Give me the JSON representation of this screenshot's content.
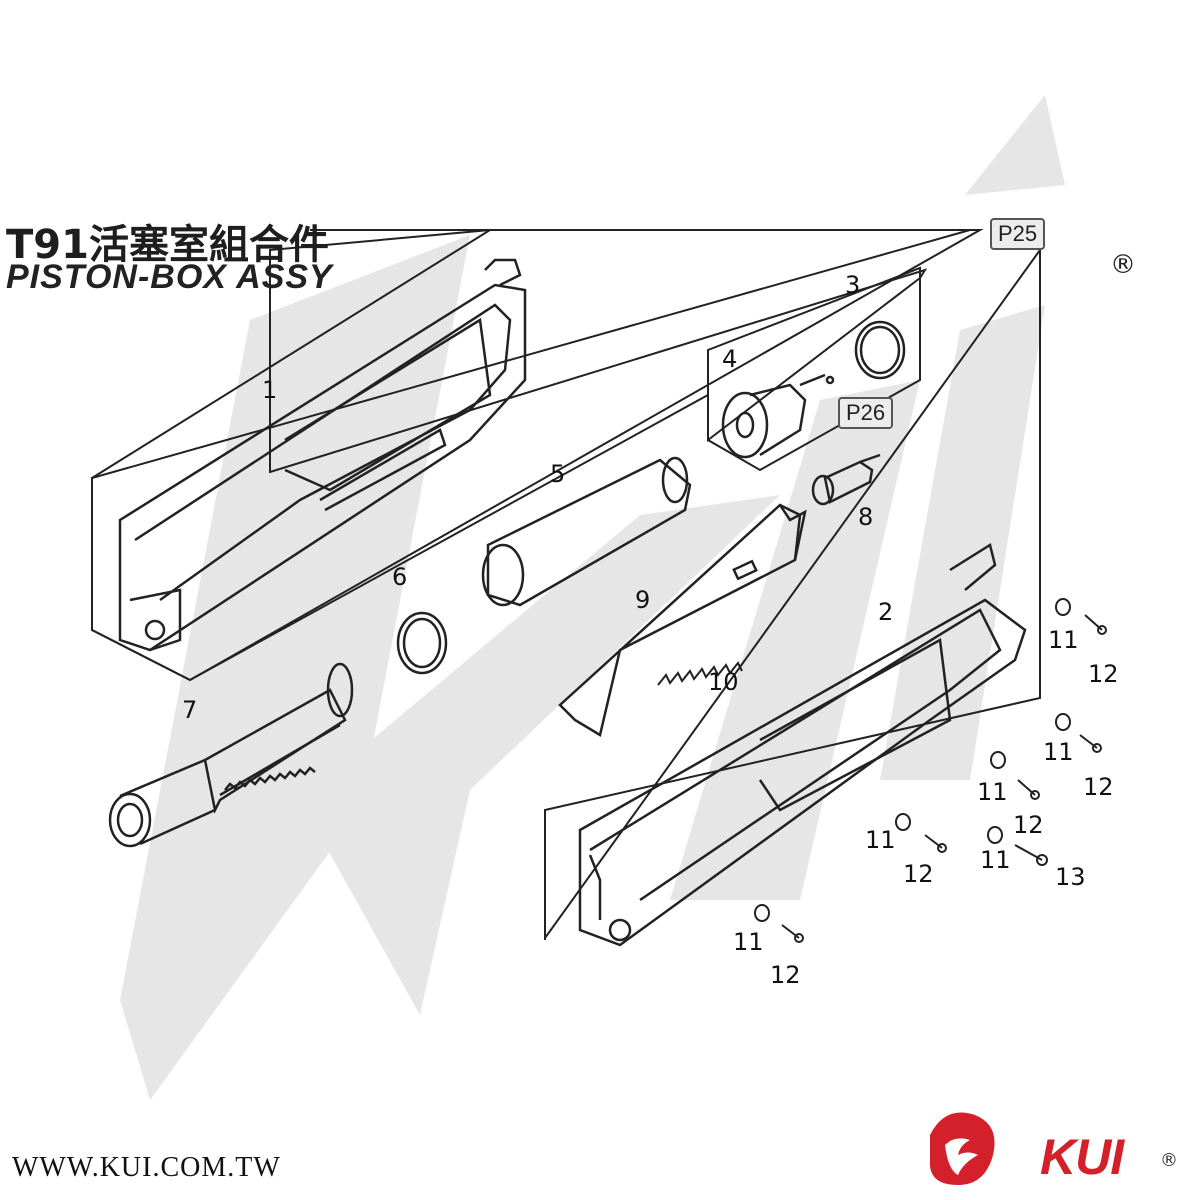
{
  "title": {
    "model_cn": "T91活塞室組合件",
    "model_en": "PISTON-BOX ASSY"
  },
  "page_refs": [
    "P25",
    "P26"
  ],
  "registered_mark": "®",
  "watermark": "KUI",
  "website": "WWW.KUI.COM.TW",
  "brand": {
    "name": "KUI",
    "registered_mark": "®",
    "color": "#d4202a"
  },
  "parts": [
    {
      "no": "1",
      "icon": "gearbox-shell-left-half"
    },
    {
      "no": "2",
      "icon": "gearbox-shell-right-half"
    },
    {
      "no": "3",
      "icon": "o-ring"
    },
    {
      "no": "4",
      "icon": "cylinder-head"
    },
    {
      "no": "5",
      "icon": "cylinder"
    },
    {
      "no": "6",
      "icon": "o-ring"
    },
    {
      "no": "7",
      "icon": "piston"
    },
    {
      "no": "8",
      "icon": "air-nozzle"
    },
    {
      "no": "9",
      "icon": "tappet-plate"
    },
    {
      "no": "10",
      "icon": "tappet-spring"
    },
    {
      "no": "11",
      "icon": "nut"
    },
    {
      "no": "12",
      "icon": "screw"
    },
    {
      "no": "13",
      "icon": "long-screw"
    }
  ],
  "labels": {
    "p1": "1",
    "p2": "2",
    "p3": "3",
    "p4": "4",
    "p5": "5",
    "p6": "6",
    "p7": "7",
    "p8": "8",
    "p9": "9",
    "p10": "10",
    "p11": "11",
    "p12": "12",
    "p13": "13"
  }
}
